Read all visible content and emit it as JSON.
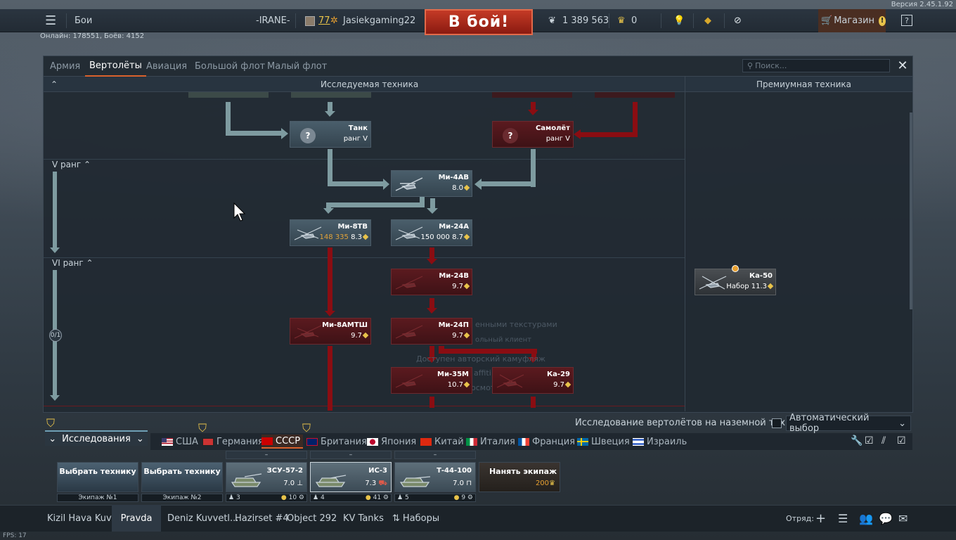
{
  "version": "Версия 2.45.1.92",
  "topbar": {
    "menu_label": "Бои",
    "clan": "-IRANE-",
    "level": "77",
    "username": "Jasiekgaming22",
    "battle": "В бой!",
    "silver": "1 389 563",
    "gold": "0",
    "shop": "Магазин",
    "help": "?"
  },
  "online": "Онлайн: 178551, Боёв: 4152",
  "tabs": [
    "Армия",
    "Вертолёты",
    "Авиация",
    "Большой флот",
    "Малый флот"
  ],
  "search_placeholder": "Поиск...",
  "headers": {
    "research": "Исследуемая техника",
    "premium": "Премиумная техника"
  },
  "ranks": {
    "r5": "V ранг",
    "r6": "VI ранг",
    "progress": "0/1"
  },
  "cards": {
    "tank": {
      "name": "Танк",
      "sub": "ранг V"
    },
    "plane": {
      "name": "Самолёт",
      "sub": "ранг V"
    },
    "mi4av": {
      "name": "Ми-4АВ",
      "br": "8.0"
    },
    "mi8tv": {
      "name": "Ми-8ТВ",
      "rp": "148 335",
      "br": "8.3"
    },
    "mi24a": {
      "name": "Ми-24А",
      "rp": "150 000",
      "br": "8.7"
    },
    "mi24v": {
      "name": "Ми-24В",
      "br": "9.7"
    },
    "mi8amtsh": {
      "name": "Ми-8АМТШ",
      "br": "9.7"
    },
    "mi24p": {
      "name": "Ми-24П",
      "br": "9.7"
    },
    "mi35m": {
      "name": "Ми-35М",
      "br": "10.7"
    },
    "ka29": {
      "name": "Ка-29",
      "br": "9.7"
    },
    "ka50": {
      "name": "Ка-50",
      "sub": "Набор 11.3"
    }
  },
  "ghost": {
    "l1": "енными текстурами",
    "l2": "ольный клиент",
    "l3": "Доступен авторский камуфляж",
    "l4": "affiti",
    "l5": "осмот"
  },
  "research_option": "Исследование вертолётов на наземной технике",
  "auto_select": "Автоматический выбор",
  "research_tab": "Исследования",
  "nations": [
    "США",
    "Германия",
    "СССР",
    "Британия",
    "Япония",
    "Китай",
    "Италия",
    "Франция",
    "Швеция",
    "Израиль"
  ],
  "slots": [
    {
      "type": "crew",
      "label": "Выбрать технику",
      "footer": "Экипаж №1"
    },
    {
      "type": "crew",
      "label": "Выбрать технику",
      "footer": "Экипаж №2"
    },
    {
      "type": "veh",
      "name": "ЗСУ-57-2",
      "br": "7.0",
      "crew": "3",
      "cnt": "10"
    },
    {
      "type": "veh",
      "name": "ИС-3",
      "br": "7.3",
      "crew": "4",
      "cnt": "41"
    },
    {
      "type": "veh",
      "name": "Т-44-100",
      "br": "7.0",
      "crew": "5",
      "cnt": "9"
    }
  ],
  "hire": {
    "label": "Нанять экипаж",
    "price": "200"
  },
  "bottom_tabs": [
    "Kizil Hava Kuv...",
    "Pravda",
    "Deniz Kuvvetl...",
    "Hazirset #4",
    "Object 292",
    "KV Tanks",
    "Наборы"
  ],
  "squad": "Отряд:",
  "fps": "FPS: 17",
  "colors": {
    "accent": "#d9612c",
    "research_arrow": "#7e9ba0",
    "locked_arrow": "#8a0d12"
  }
}
